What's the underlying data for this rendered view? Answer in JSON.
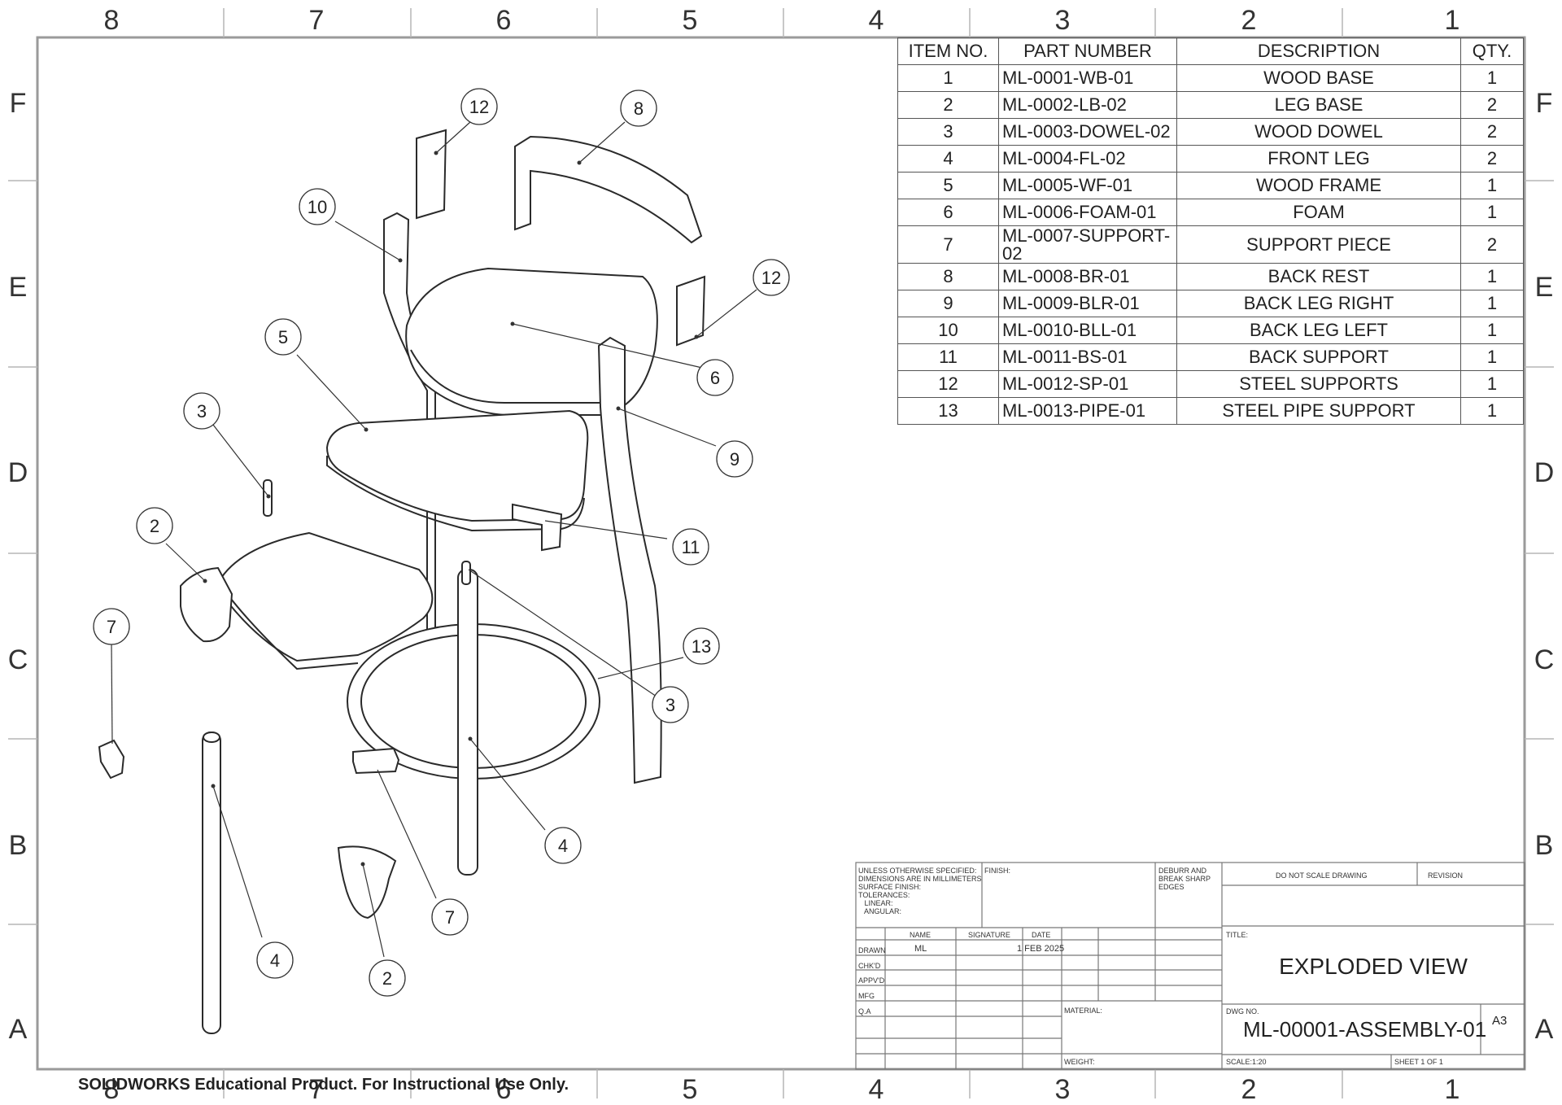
{
  "zone_columns": [
    "8",
    "7",
    "6",
    "5",
    "4",
    "3",
    "2",
    "1"
  ],
  "zone_rows": [
    "F",
    "E",
    "D",
    "C",
    "B",
    "A"
  ],
  "bom": {
    "headers": [
      "ITEM NO.",
      "PART NUMBER",
      "DESCRIPTION",
      "QTY."
    ],
    "rows": [
      {
        "item": "1",
        "part": "ML-0001-WB-01",
        "desc": "WOOD BASE",
        "qty": "1"
      },
      {
        "item": "2",
        "part": "ML-0002-LB-02",
        "desc": "LEG BASE",
        "qty": "2"
      },
      {
        "item": "3",
        "part": "ML-0003-DOWEL-02",
        "desc": "WOOD DOWEL",
        "qty": "2"
      },
      {
        "item": "4",
        "part": "ML-0004-FL-02",
        "desc": "FRONT LEG",
        "qty": "2"
      },
      {
        "item": "5",
        "part": "ML-0005-WF-01",
        "desc": "WOOD FRAME",
        "qty": "1"
      },
      {
        "item": "6",
        "part": "ML-0006-FOAM-01",
        "desc": "FOAM",
        "qty": "1"
      },
      {
        "item": "7",
        "part": "ML-0007-SUPPORT-02",
        "desc": "SUPPORT PIECE",
        "qty": "2"
      },
      {
        "item": "8",
        "part": "ML-0008-BR-01",
        "desc": "BACK REST",
        "qty": "1"
      },
      {
        "item": "9",
        "part": "ML-0009-BLR-01",
        "desc": "BACK LEG RIGHT",
        "qty": "1"
      },
      {
        "item": "10",
        "part": "ML-0010-BLL-01",
        "desc": "BACK LEG LEFT",
        "qty": "1"
      },
      {
        "item": "11",
        "part": "ML-0011-BS-01",
        "desc": "BACK SUPPORT",
        "qty": "1"
      },
      {
        "item": "12",
        "part": "ML-0012-SP-01",
        "desc": "STEEL SUPPORTS",
        "qty": "1"
      },
      {
        "item": "13",
        "part": "ML-0013-PIPE-01",
        "desc": "STEEL PIPE SUPPORT",
        "qty": "1"
      }
    ]
  },
  "balloons": [
    "12",
    "8",
    "10",
    "12",
    "5",
    "6",
    "3",
    "9",
    "2",
    "11",
    "7",
    "13",
    "3",
    "4",
    "4",
    "7",
    "2"
  ],
  "title_block": {
    "tolerance_note": "UNLESS OTHERWISE SPECIFIED:\nDIMENSIONS ARE IN MILLIMETERS\nSURFACE FINISH:\nTOLERANCES:\n   LINEAR:\n   ANGULAR:",
    "finish_label": "FINISH:",
    "deburr_label": "DEBURR AND\nBREAK SHARP\nEDGES",
    "do_not_scale": "DO NOT SCALE DRAWING",
    "revision_label": "REVISION",
    "col_name": "NAME",
    "col_signature": "SIGNATURE",
    "col_date": "DATE",
    "roles": [
      "DRAWN",
      "CHK'D",
      "APPV'D",
      "MFG",
      "Q.A"
    ],
    "drawn_name": "ML",
    "drawn_date": "1 FEB 2025",
    "title_label": "TITLE:",
    "title": "EXPLODED VIEW",
    "material_label": "MATERIAL:",
    "dwg_no_label": "DWG NO.",
    "dwg_no": "ML-00001-ASSEMBLY-01",
    "size": "A3",
    "weight_label": "WEIGHT:",
    "scale": "SCALE:1:20",
    "sheet": "SHEET 1 OF 1"
  },
  "footer": "SOLIDWORKS Educational Product. For Instructional Use Only.",
  "colors": {
    "line": "#2a2a2a",
    "border": "#999999"
  }
}
